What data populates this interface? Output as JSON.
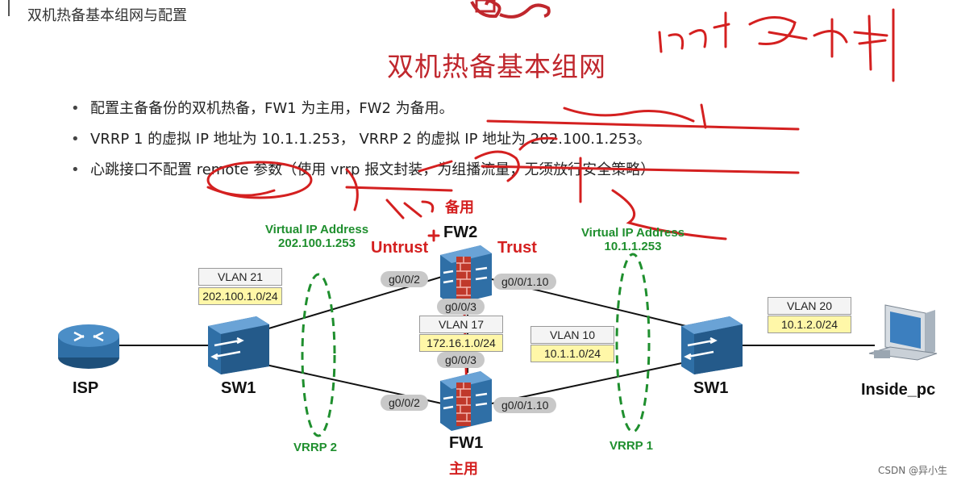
{
  "header": {
    "corner_title": "双机热备基本组网与配置",
    "main_title": "双机热备基本组网"
  },
  "bullets": [
    "配置主备备份的双机热备，FW1 为主用，FW2 为备用。",
    "VRRP 1 的虚拟 IP 地址为 10.1.1.253， VRRP 2 的虚拟 IP 地址为 202.100.1.253。",
    "心跳接口不配置 remote 参数（使用 vrrp 报文封装，为组播流量，无须放行安全策略）"
  ],
  "diagram": {
    "nodes": {
      "isp": "ISP",
      "sw_left": "SW1",
      "sw_right": "SW1",
      "fw2": "FW2",
      "fw1": "FW1",
      "pc": "Inside_pc"
    },
    "zones": {
      "untrust": "Untrust",
      "trust": "Trust"
    },
    "roles": {
      "fw2_role": "备用",
      "fw1_role": "主用"
    },
    "vip_left": {
      "title": "Virtual IP Address",
      "ip": "202.100.1.253"
    },
    "vip_right": {
      "title": "Virtual IP Address",
      "ip": "10.1.1.253"
    },
    "vrrp_left": "VRRP 2",
    "vrrp_right": "VRRP 1",
    "interfaces": {
      "fw2_left": "g0/0/2",
      "fw2_right": "g0/0/1.10",
      "fw2_bottom": "g0/0/3",
      "fw1_top": "g0/0/3",
      "fw1_left": "g0/0/2",
      "fw1_right": "g0/0/1.10"
    },
    "vlans": {
      "vlan21": "VLAN 21",
      "net21": "202.100.1.0/24",
      "vlan17": "VLAN 17",
      "net17": "172.16.1.0/24",
      "vlan10": "VLAN 10",
      "net10": "10.1.1.0/24",
      "vlan20": "VLAN 20",
      "net20": "10.1.2.0/24"
    }
  },
  "watermark": "CSDN @异小生",
  "colors": {
    "accent_red": "#d42020",
    "title_red": "#c0272d",
    "vrrp_green": "#1f8f2e",
    "device_blue": "#2f6fa6"
  }
}
